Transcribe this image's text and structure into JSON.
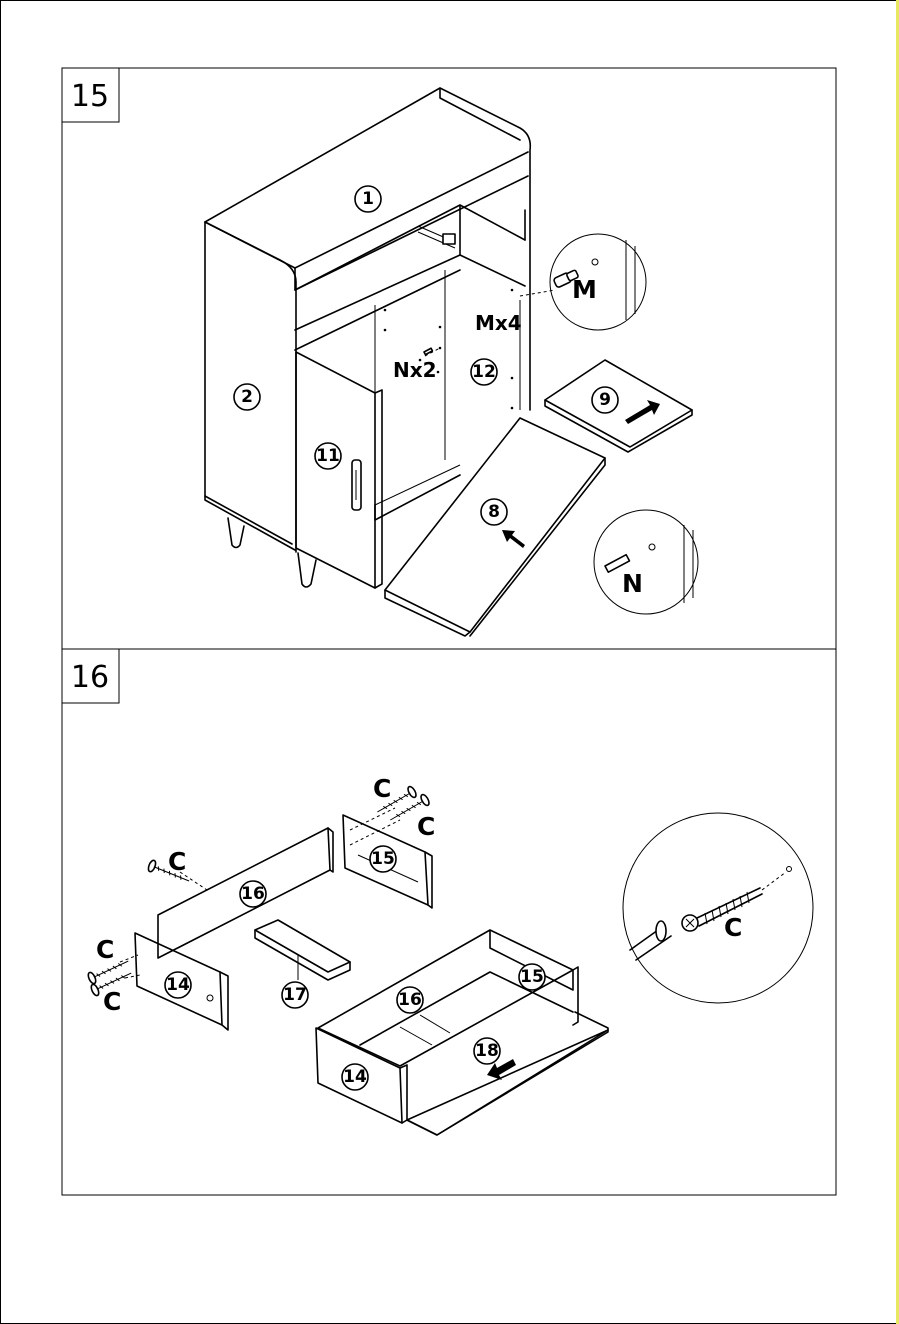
{
  "steps": [
    {
      "number": "15",
      "part_labels": {
        "p1": "1",
        "p2": "2",
        "p11": "11",
        "p12": "12",
        "p9": "9",
        "p8": "8"
      },
      "hardware": {
        "m_qty": "Mx4",
        "m_label": "M",
        "n_qty": "Nx2",
        "n_label": "N"
      }
    },
    {
      "number": "16",
      "part_labels": {
        "p16a": "16",
        "p15a": "15",
        "p14a": "14",
        "p17": "17",
        "p16b": "16",
        "p15b": "15",
        "p14b": "14",
        "p18": "18"
      },
      "hardware": {
        "c1": "C",
        "c2": "C",
        "c3": "C",
        "c4": "C",
        "c5": "C",
        "c6": "C"
      }
    }
  ]
}
